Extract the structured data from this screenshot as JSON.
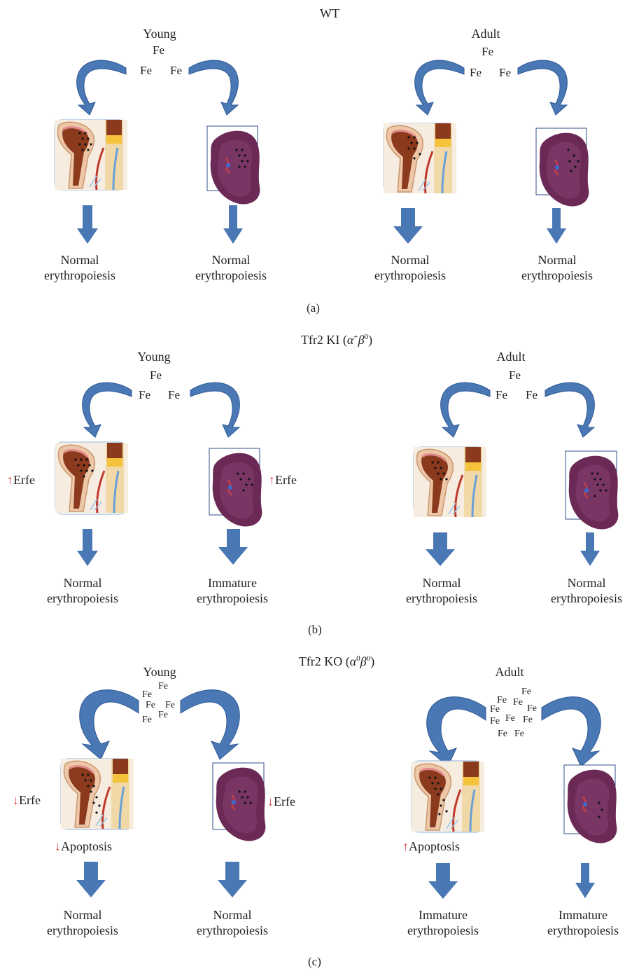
{
  "panels": [
    {
      "title": "WT",
      "letter": "(a)",
      "young_label": "Young",
      "adult_label": "Adult",
      "outcomes": [
        [
          "Normal",
          "erythropoiesis"
        ],
        [
          "Normal",
          "erythropoiesis"
        ],
        [
          "Normal",
          "erythropoiesis"
        ],
        [
          "Normal",
          "erythropoiesis"
        ]
      ]
    },
    {
      "title_prefix": "Tfr2 KI (",
      "title_alpha": "α",
      "title_alpha_sup": "+",
      "title_beta": "β",
      "title_beta_sup": "0",
      "title_suffix": ")",
      "letter": "(b)",
      "young_label": "Young",
      "adult_label": "Adult",
      "markers": [
        "Erfe",
        "Erfe"
      ],
      "outcomes": [
        [
          "Normal",
          "erythropoiesis"
        ],
        [
          "Immature",
          "erythropoiesis"
        ],
        [
          "Normal",
          "erythropoiesis"
        ],
        [
          "Normal",
          "erythropoiesis"
        ]
      ]
    },
    {
      "title_prefix": "Tfr2 KO (",
      "title_alpha": "α",
      "title_alpha_sup": "0",
      "title_beta": "β",
      "title_beta_sup": "0",
      "title_suffix": ")",
      "letter": "(c)",
      "young_label": "Young",
      "adult_label": "Adult",
      "markers": [
        "Erfe",
        "Erfe",
        "Apoptosis",
        "Apoptosis"
      ],
      "outcomes": [
        [
          "Normal",
          "erythropoiesis"
        ],
        [
          "Normal",
          "erythropoiesis"
        ],
        [
          "Immature",
          "erythropoiesis"
        ],
        [
          "Immature",
          "erythropoiesis"
        ]
      ]
    }
  ],
  "iron_symbol": "Fe",
  "arrows": {
    "up": "↑",
    "down": "↓"
  },
  "colors": {
    "arrow_blue": "#4a78b5",
    "marker_red": "#e23b3b",
    "spleen": "#6b2a56",
    "marrow": "#8b3a1e"
  },
  "icons": [
    "bone-marrow-icon",
    "spleen-icon",
    "curved-arrow-icon",
    "down-arrow-icon"
  ]
}
